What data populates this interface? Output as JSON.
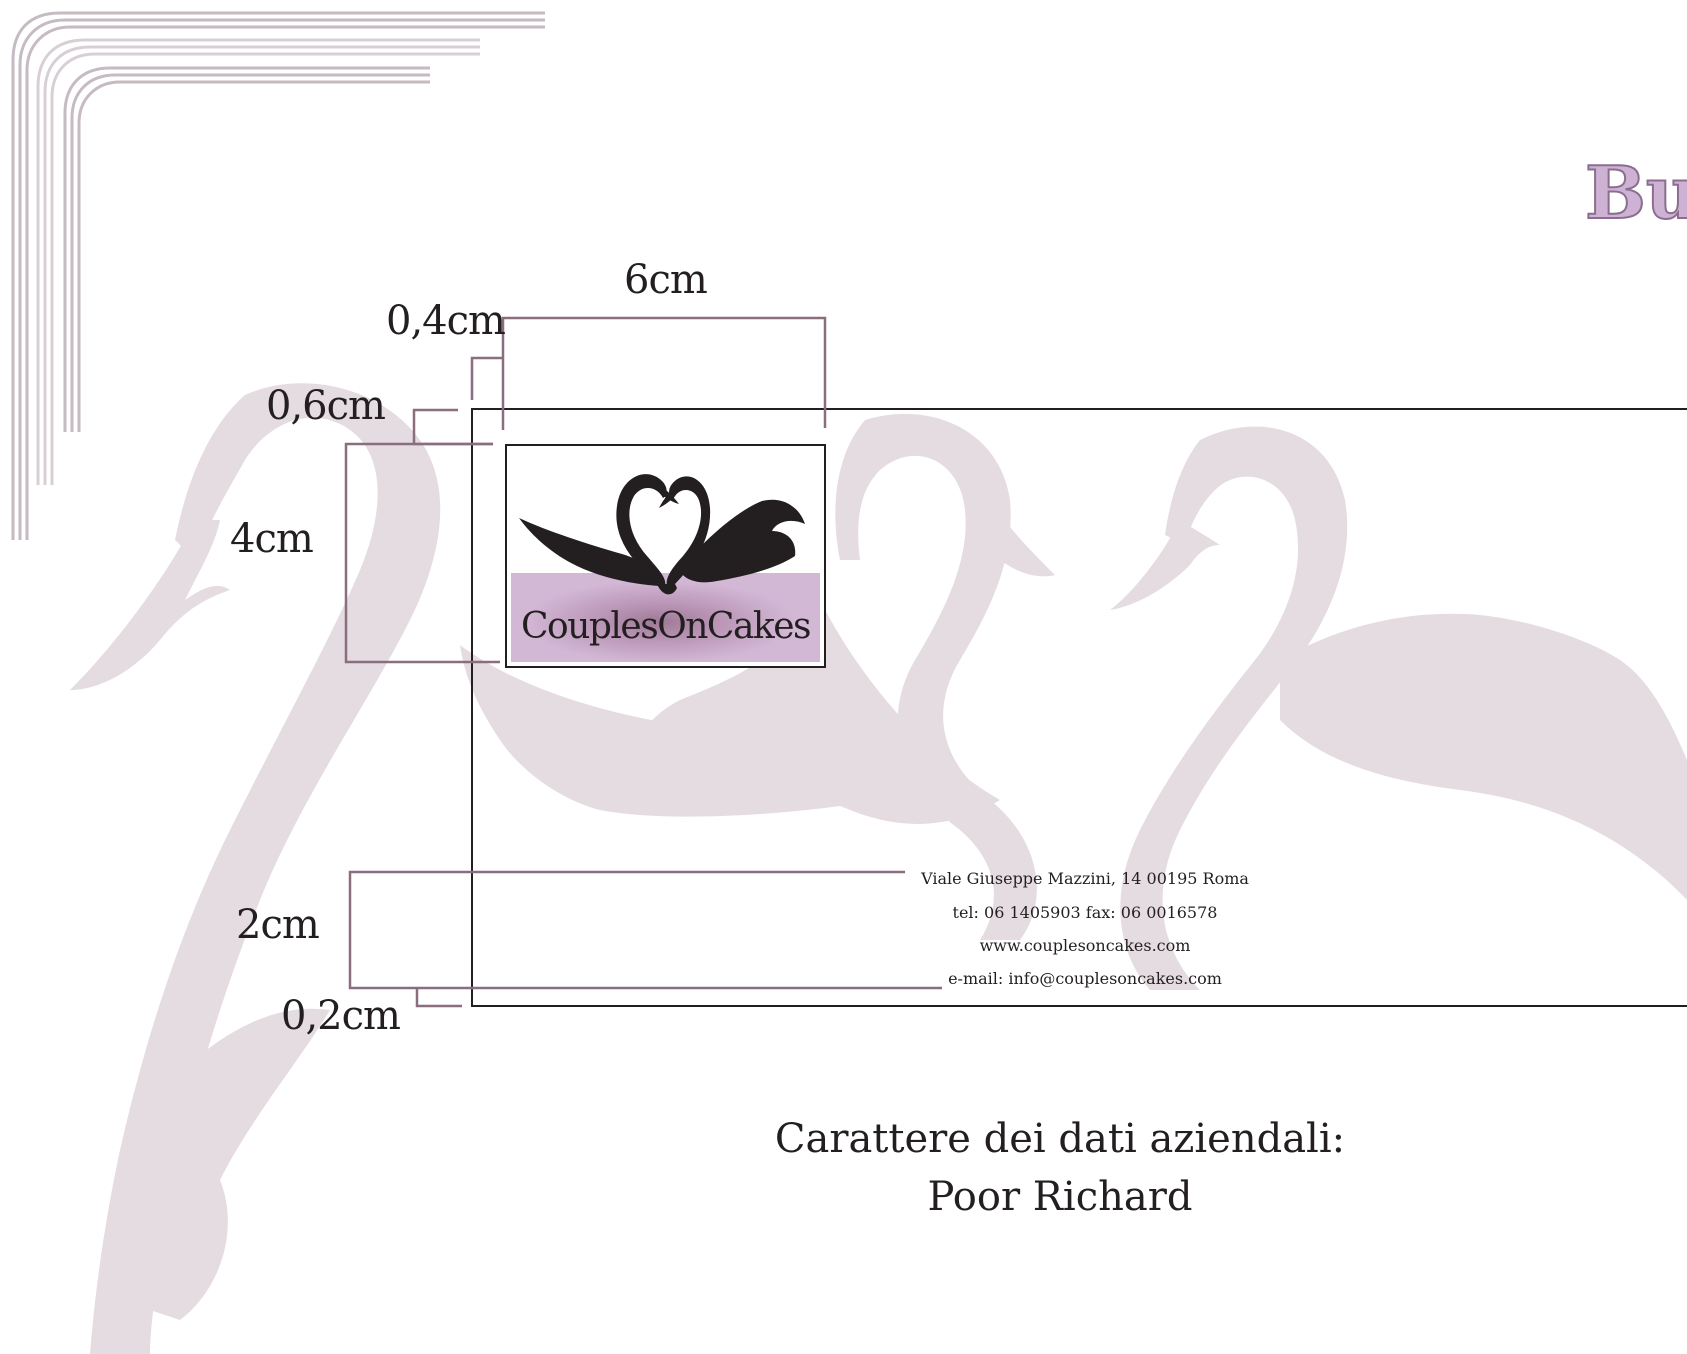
{
  "heading": {
    "text": "Bus"
  },
  "dimensions": {
    "width_logo": "6cm",
    "offset_top": "0,4cm",
    "offset_left": "0,6cm",
    "height_logo": "4cm",
    "height_footer": "2cm",
    "offset_bottom": "0,2cm"
  },
  "logo": {
    "text": "CouplesOnCakes"
  },
  "contact": {
    "address": "Viale Giuseppe Mazzini, 14  00195 Roma",
    "phone": "tel: 06 1405903    fax: 06 0016578",
    "website": "www.couplesoncakes.com",
    "email": "e-mail: info@couplesoncakes.com"
  },
  "font_note": {
    "line1": "Carattere dei dati aziendali:",
    "line2": "Poor Richard"
  },
  "colors": {
    "swan_watermark": "#e5dce2",
    "dimension_lines": "#8b6e7e",
    "corner_lines": "#c6bac3",
    "logo_band": "#d3b8d6",
    "heading_fill": "#cdb2d3",
    "heading_stroke": "#8b6e8f",
    "text": "#231f20"
  }
}
